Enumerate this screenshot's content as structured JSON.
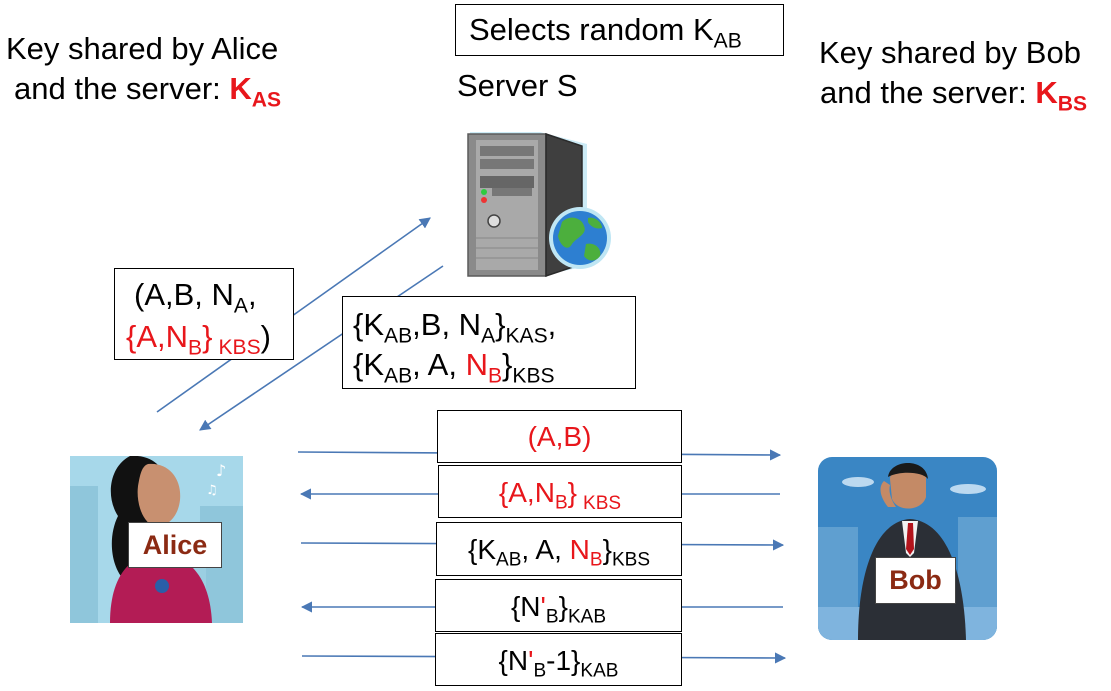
{
  "left_key": {
    "line1": "Key shared by Alice",
    "line2_prefix": "and the server: ",
    "key": "K",
    "key_sub": "AS"
  },
  "right_key": {
    "line1": "Key shared by Bob",
    "line2_prefix": "and the server: ",
    "key": "K",
    "key_sub": "BS"
  },
  "server_action": {
    "prefix": "Selects random K",
    "sub": "AB"
  },
  "server_label": "Server S",
  "alice_label": "Alice",
  "bob_label": "Bob",
  "msg_alice_to_server": {
    "l1_pre": "(A,B, N",
    "l1_sub": "A",
    "l1_post": ",",
    "l2_red": "{A,N",
    "l2_red_sub": "B",
    "l2_red_close": "}",
    "l2_key_sub": "KBS",
    "l2_post": ")"
  },
  "msg_server_to_alice": {
    "l1_a": "{K",
    "l1_a_sub": "AB",
    "l1_b": ",B, N",
    "l1_b_sub": "A",
    "l1_c": "}",
    "l1_key_sub": "KAS",
    "l1_post": ",",
    "l2_a": "{K",
    "l2_a_sub": "AB",
    "l2_b": ", A, ",
    "l2_red": "N",
    "l2_red_sub": "B",
    "l2_c": "}",
    "l2_key_sub": "KBS"
  },
  "flow": [
    {
      "text": "(A,B)",
      "direction": "to-bob"
    },
    {
      "pre": "{A,N",
      "sub": "B",
      "close": "}",
      "key_sub": "KBS",
      "direction": "to-alice"
    },
    {
      "a": "{K",
      "a_sub": "AB",
      "b": ", A, ",
      "red": "N",
      "red_sub": "B",
      "c": "}",
      "key_sub": "KBS",
      "direction": "to-bob"
    },
    {
      "a": "{N",
      "prime": "'",
      "a_sub": "B",
      "c": "}",
      "key_sub": "KAB",
      "direction": "to-alice"
    },
    {
      "a": "{N",
      "prime": "'",
      "a_sub": "B",
      "b": "-1}",
      "key_sub": "KAB",
      "direction": "to-bob"
    }
  ],
  "colors": {
    "arrow": "#4a78b5",
    "key_red": "#e8161b",
    "label_brown": "#8b2a13"
  }
}
